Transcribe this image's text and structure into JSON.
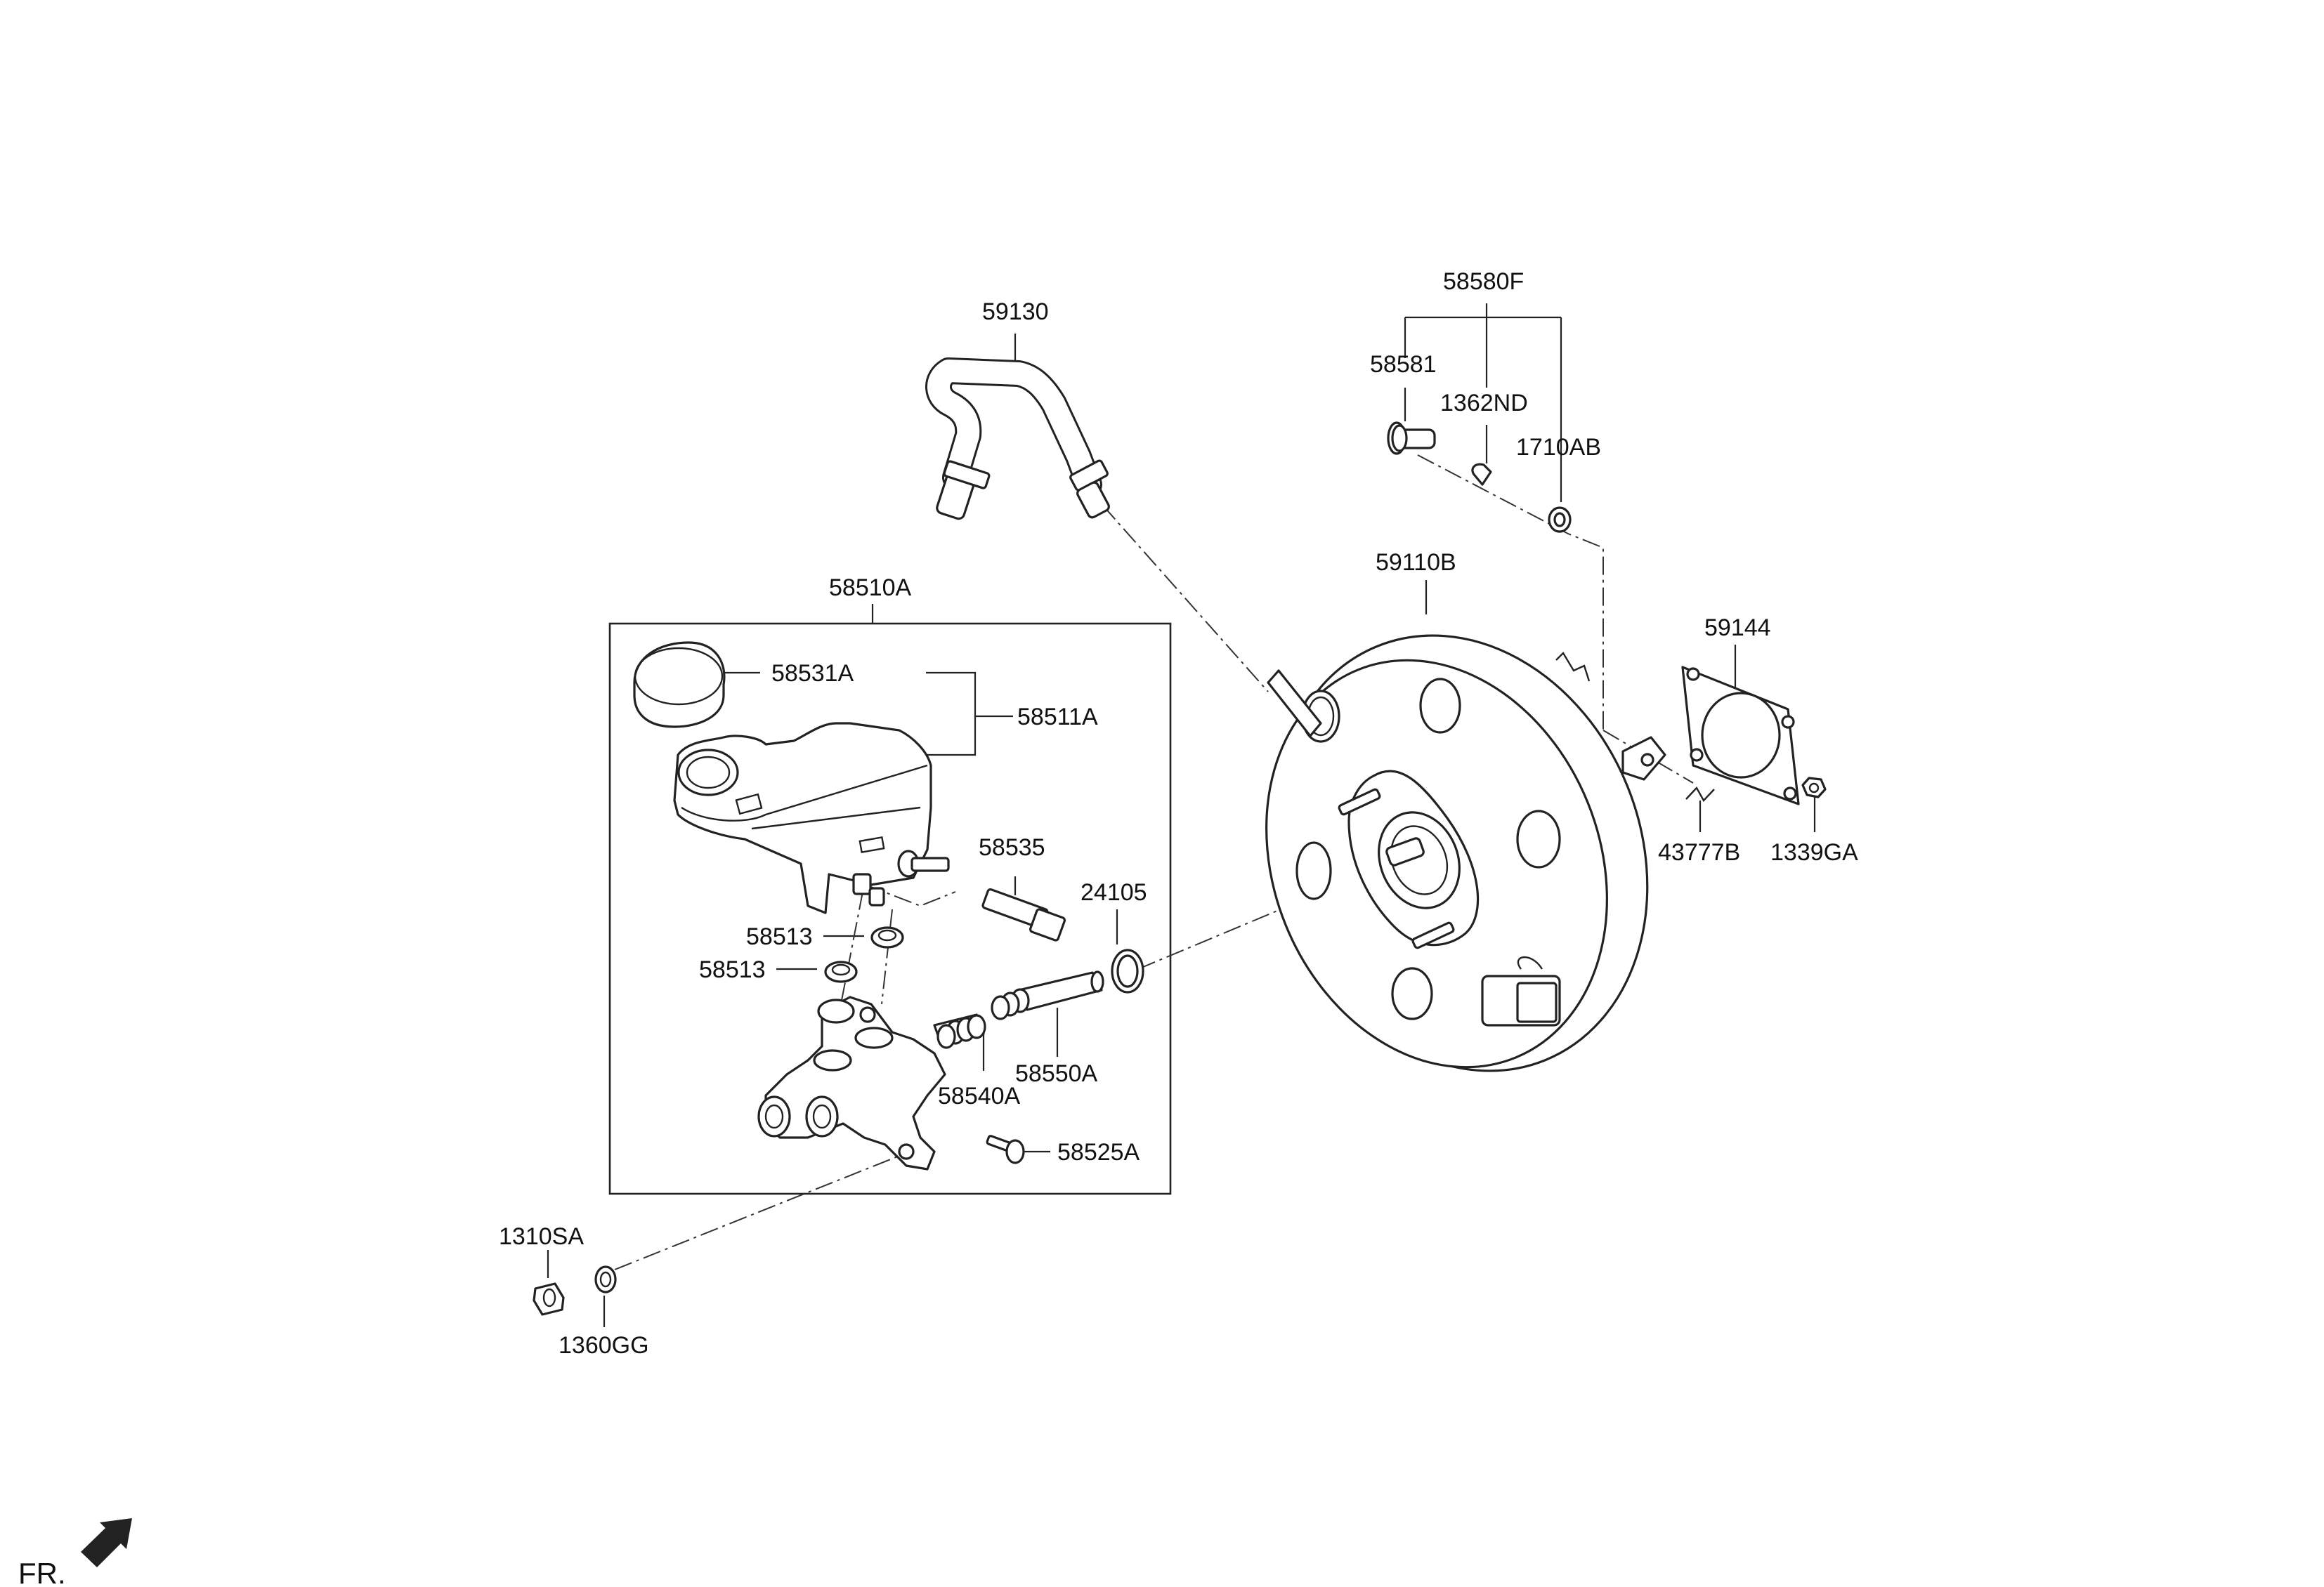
{
  "labels": {
    "p59130": "59130",
    "p58580F": "58580F",
    "p58581": "58581",
    "p1362ND": "1362ND",
    "p1710AB": "1710AB",
    "p59110B": "59110B",
    "p59144": "59144",
    "p43777B": "43777B",
    "p1339GA": "1339GA",
    "p58510A": "58510A",
    "p58531A": "58531A",
    "p58511A": "58511A",
    "p58535": "58535",
    "p24105": "24105",
    "p58513a": "58513",
    "p58513b": "58513",
    "p58550A": "58550A",
    "p58540A": "58540A",
    "p58525A": "58525A",
    "p1310SA": "1310SA",
    "p1360GG": "1360GG"
  },
  "direction_marker": "FR."
}
